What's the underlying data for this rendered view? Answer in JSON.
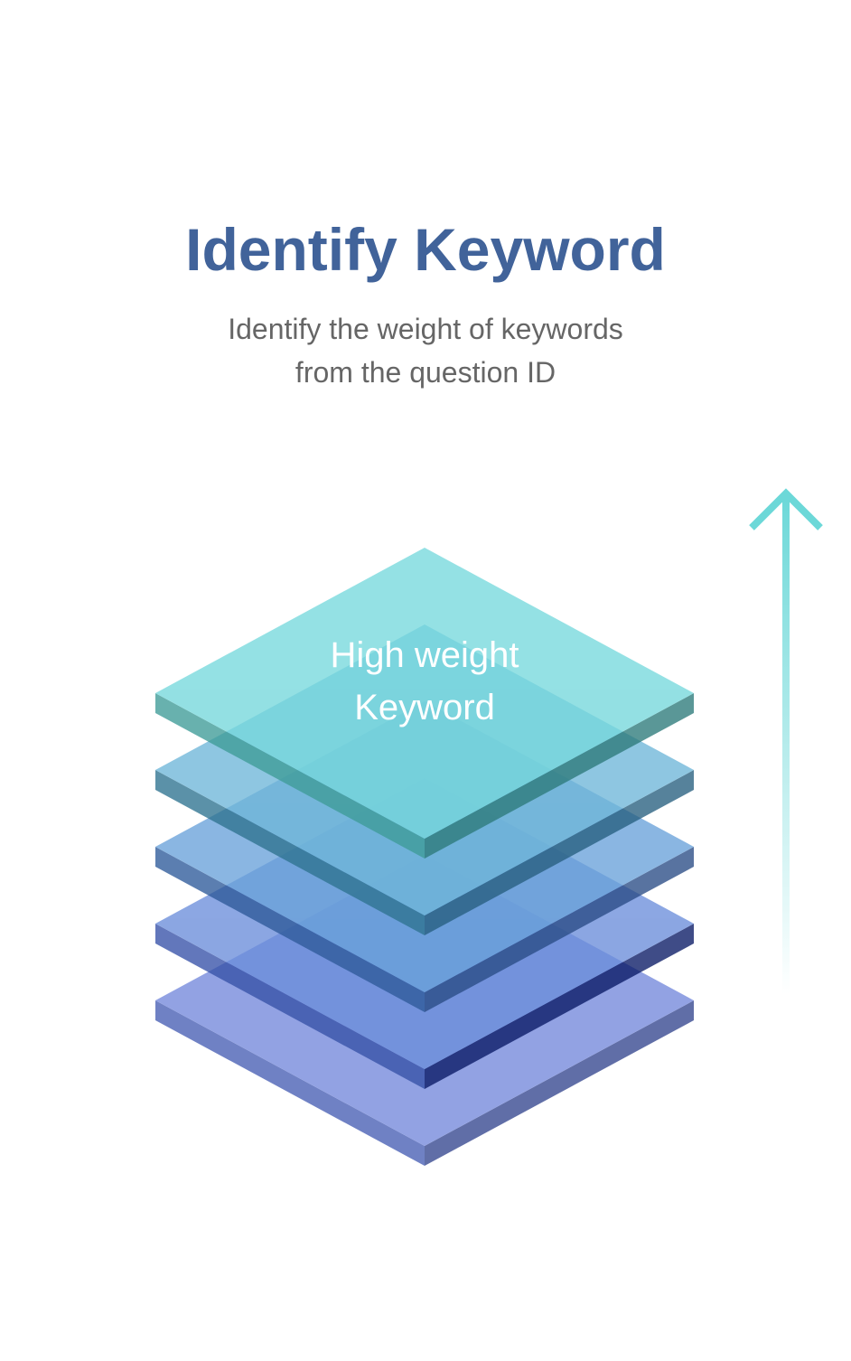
{
  "header": {
    "title": "Identify Keyword",
    "subtitle_line1": "Identify the weight of keywords",
    "subtitle_line2": "from the question ID"
  },
  "diagram": {
    "top_label_line1": "High weight",
    "top_label_line2": "Keyword",
    "layer_count": 5
  },
  "colors": {
    "title": "#41639a",
    "subtitle": "#666666",
    "arrow": "#6cd8d8",
    "label": "#ffffff",
    "layers": [
      {
        "top": "#7b8ede",
        "left": "#5066b8",
        "right": "#3e4f94"
      },
      {
        "top": "#6b8edb",
        "left": "#3752a8",
        "right": "#0a1a66"
      },
      {
        "top": "#6aa2da",
        "left": "#2e5a9a",
        "right": "#2a4c86"
      },
      {
        "top": "#6fb7d9",
        "left": "#2e7390",
        "right": "#275f80"
      },
      {
        "top": "#76d8dc",
        "left": "#3e9c98",
        "right": "#2d7a7a"
      }
    ]
  }
}
